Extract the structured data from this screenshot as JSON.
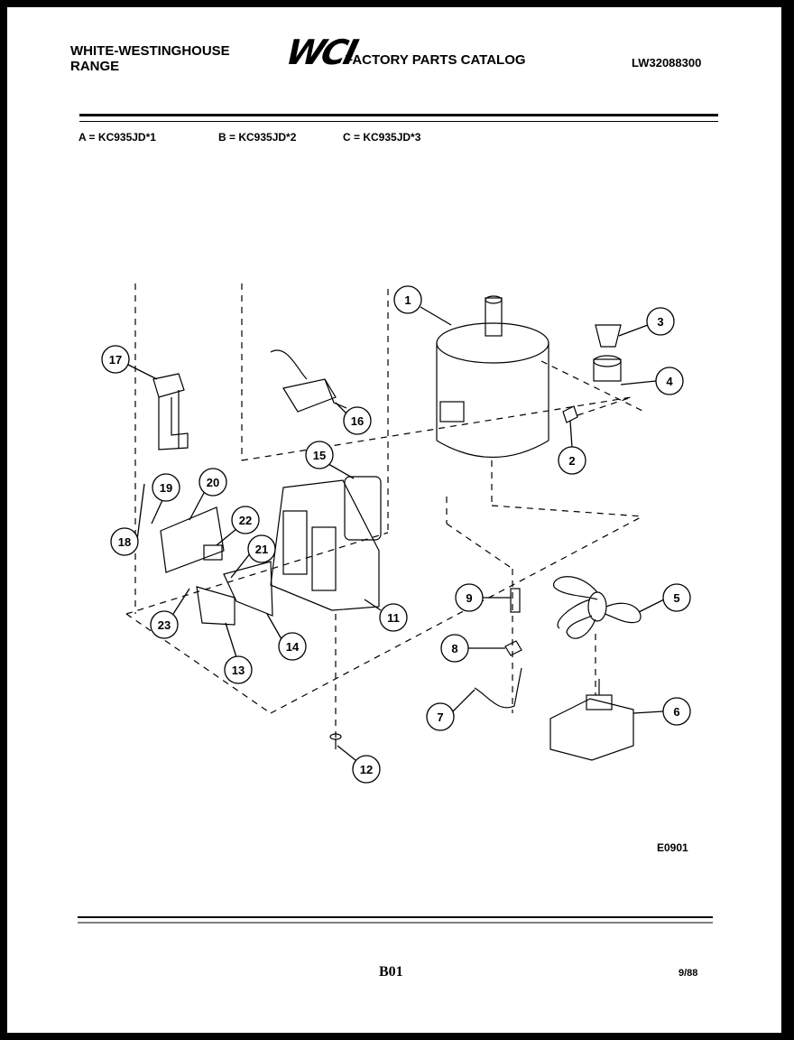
{
  "header": {
    "brand_line1": "WHITE-WESTINGHOUSE",
    "brand_line2": "RANGE",
    "logo": "WCI",
    "catalog_title": "FACTORY PARTS CATALOG",
    "catalog_number": "LW32088300"
  },
  "models": {
    "a": "A = KC935JD*1",
    "b": "B = KC935JD*2",
    "c": "C = KC935JD*3"
  },
  "diagram": {
    "callouts": [
      "1",
      "2",
      "3",
      "4",
      "5",
      "6",
      "7",
      "8",
      "9",
      "11",
      "12",
      "13",
      "14",
      "15",
      "16",
      "17",
      "18",
      "19",
      "20",
      "21",
      "22",
      "23"
    ],
    "code": "E0901"
  },
  "footer": {
    "page": "B01",
    "date": "9/88"
  },
  "colors": {
    "ink": "#000000",
    "paper": "#ffffff",
    "border": "#000000"
  }
}
